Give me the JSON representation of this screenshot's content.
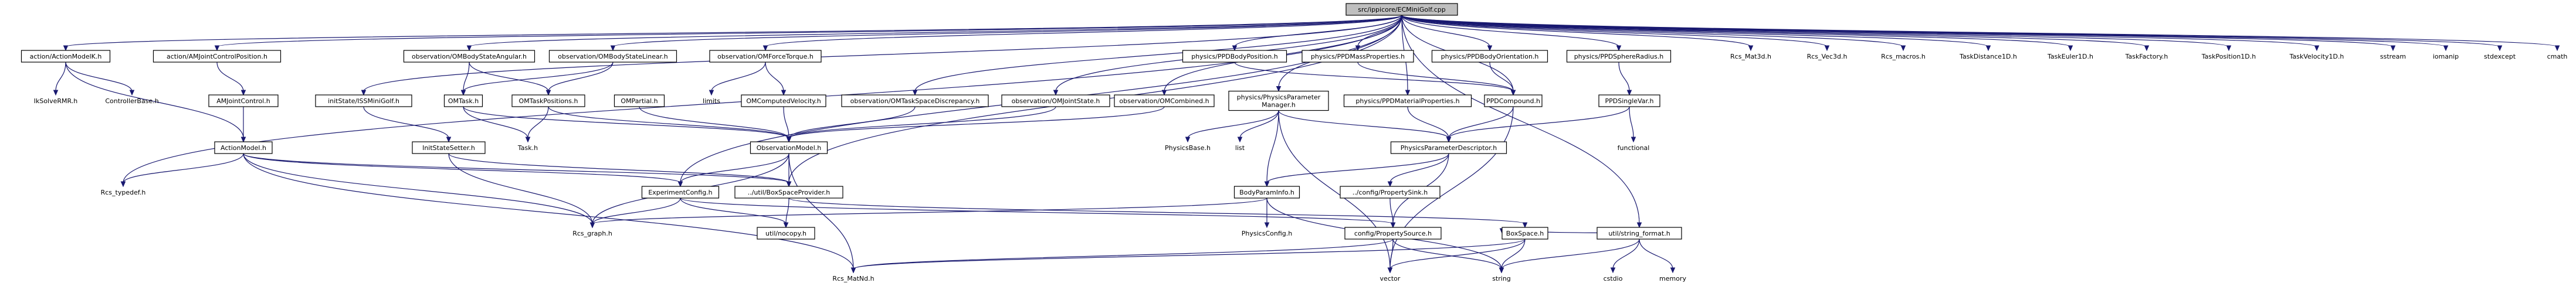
{
  "diagram": {
    "colors": {
      "edge": "#191970",
      "root_fill": "#bfbfbf",
      "node_fill": "#ffffff",
      "border": "#000000"
    },
    "nodes": [
      {
        "id": "root",
        "label": "src/ippicore/ECMiniGolf.cpp",
        "kind": "root"
      },
      {
        "id": "n_actModelK",
        "label": "action/ActionModelK.h",
        "kind": "box"
      },
      {
        "id": "n_amjcp",
        "label": "action/AMJointControlPosition.h",
        "kind": "box"
      },
      {
        "id": "n_initSSMiniGolf",
        "label": "initState/ISSMiniGolf.h",
        "kind": "box"
      },
      {
        "id": "n_omBodyStateAngular",
        "label": "observation/OMBodyStateAngular.h",
        "kind": "box"
      },
      {
        "id": "n_omBodyStateLinear",
        "label": "observation/OMBodyStateLinear.h",
        "kind": "box"
      },
      {
        "id": "n_omForceTorque",
        "label": "observation/OMForceTorque.h",
        "kind": "box"
      },
      {
        "id": "n_omTaskSpaceDiscrepancy",
        "label": "observation/OMTaskSpaceDiscrepancy.h",
        "kind": "box"
      },
      {
        "id": "n_omJointState",
        "label": "observation/OMJointState.h",
        "kind": "box"
      },
      {
        "id": "n_omCombined",
        "label": "observation/OMCombined.h",
        "kind": "box"
      },
      {
        "id": "n_physParamManager",
        "label": "physics/PhysicsParameter\nManager.h",
        "kind": "box"
      },
      {
        "id": "n_ppdBodyPosition",
        "label": "physics/PPDBodyPosition.h",
        "kind": "box"
      },
      {
        "id": "n_ppdMassProperties",
        "label": "physics/PPDMassProperties.h",
        "kind": "box"
      },
      {
        "id": "n_ppdBodyOrientation",
        "label": "physics/PPDBodyOrientation.h",
        "kind": "box"
      },
      {
        "id": "n_ppdSphereRadius",
        "label": "physics/PPDSphereRadius.h",
        "kind": "box"
      },
      {
        "id": "n_ppdMaterialProperties",
        "label": "physics/PPDMaterialProperties.h",
        "kind": "box"
      },
      {
        "id": "n_ppdCompound",
        "label": "PPDCompound.h",
        "kind": "box"
      },
      {
        "id": "n_ppdSingleVar",
        "label": "PPDSingleVar.h",
        "kind": "box"
      },
      {
        "id": "n_physParamDescriptor",
        "label": "PhysicsParameterDescriptor.h",
        "kind": "box"
      },
      {
        "id": "n_utilStringFormat",
        "label": "util/string_format.h",
        "kind": "box"
      },
      {
        "id": "n_ikSolveRMR",
        "label": "IkSolveRMR.h",
        "kind": "plain"
      },
      {
        "id": "n_controllerBase",
        "label": "ControllerBase.h",
        "kind": "plain"
      },
      {
        "id": "n_amJointControl",
        "label": "AMJointControl.h",
        "kind": "box"
      },
      {
        "id": "n_actionModel",
        "label": "ActionModel.h",
        "kind": "box"
      },
      {
        "id": "n_omTask",
        "label": "OMTask.h",
        "kind": "box"
      },
      {
        "id": "n_omTaskPositions",
        "label": "OMTaskPositions.h",
        "kind": "box"
      },
      {
        "id": "n_omPartial",
        "label": "OMPartial.h",
        "kind": "box"
      },
      {
        "id": "n_limits",
        "label": "limits",
        "kind": "plain"
      },
      {
        "id": "n_omComputedVelocity",
        "label": "OMComputedVelocity.h",
        "kind": "box"
      },
      {
        "id": "n_initStateSetter",
        "label": "InitStateSetter.h",
        "kind": "box"
      },
      {
        "id": "n_taskH",
        "label": "Task.h",
        "kind": "plain"
      },
      {
        "id": "n_observationModel",
        "label": "ObservationModel.h",
        "kind": "box"
      },
      {
        "id": "n_physicsBase",
        "label": "PhysicsBase.h",
        "kind": "plain"
      },
      {
        "id": "n_list",
        "label": "list",
        "kind": "plain"
      },
      {
        "id": "n_functional",
        "label": "functional",
        "kind": "plain"
      },
      {
        "id": "n_rcsTypedef",
        "label": "Rcs_typedef.h",
        "kind": "plain"
      },
      {
        "id": "n_experimentConfig",
        "label": "ExperimentConfig.h",
        "kind": "box"
      },
      {
        "id": "n_boxSpaceProvider",
        "label": "../util/BoxSpaceProvider.h",
        "kind": "box"
      },
      {
        "id": "n_bodyParamInfo",
        "label": "BodyParamInfo.h",
        "kind": "box"
      },
      {
        "id": "n_configPropertySink",
        "label": "../config/PropertySink.h",
        "kind": "box"
      },
      {
        "id": "n_rcsGraph",
        "label": "Rcs_graph.h",
        "kind": "plain"
      },
      {
        "id": "n_utilNocopy",
        "label": "util/nocopy.h",
        "kind": "box"
      },
      {
        "id": "n_physicsConfig",
        "label": "PhysicsConfig.h",
        "kind": "plain"
      },
      {
        "id": "n_configPropertySource",
        "label": "config/PropertySource.h",
        "kind": "box"
      },
      {
        "id": "n_boxSpace",
        "label": "BoxSpace.h",
        "kind": "box"
      },
      {
        "id": "n_rcsMatNd",
        "label": "Rcs_MatNd.h",
        "kind": "plain"
      },
      {
        "id": "n_vector",
        "label": "vector",
        "kind": "plain"
      },
      {
        "id": "n_string",
        "label": "string",
        "kind": "plain"
      },
      {
        "id": "n_cstdio",
        "label": "cstdio",
        "kind": "plain"
      },
      {
        "id": "n_memory",
        "label": "memory",
        "kind": "plain"
      },
      {
        "id": "n_rcsMat3d",
        "label": "Rcs_Mat3d.h",
        "kind": "plain"
      },
      {
        "id": "n_rcsVec3d",
        "label": "Rcs_Vec3d.h",
        "kind": "plain"
      },
      {
        "id": "n_rcsMacros",
        "label": "Rcs_macros.h",
        "kind": "plain"
      },
      {
        "id": "n_taskDistance1D",
        "label": "TaskDistance1D.h",
        "kind": "plain"
      },
      {
        "id": "n_taskEuler1D",
        "label": "TaskEuler1D.h",
        "kind": "plain"
      },
      {
        "id": "n_taskFactory",
        "label": "TaskFactory.h",
        "kind": "plain"
      },
      {
        "id": "n_taskPosition1D",
        "label": "TaskPosition1D.h",
        "kind": "plain"
      },
      {
        "id": "n_taskVelocity1D",
        "label": "TaskVelocity1D.h",
        "kind": "plain"
      },
      {
        "id": "n_sstream",
        "label": "sstream",
        "kind": "plain"
      },
      {
        "id": "n_iomanip",
        "label": "iomanip",
        "kind": "plain"
      },
      {
        "id": "n_stdexcept",
        "label": "stdexcept",
        "kind": "plain"
      },
      {
        "id": "n_cmath",
        "label": "cmath",
        "kind": "plain"
      }
    ],
    "edges": [
      [
        "root",
        "n_actModelK"
      ],
      [
        "root",
        "n_amjcp"
      ],
      [
        "root",
        "n_initSSMiniGolf"
      ],
      [
        "root",
        "n_omBodyStateAngular"
      ],
      [
        "root",
        "n_omBodyStateLinear"
      ],
      [
        "root",
        "n_omForceTorque"
      ],
      [
        "root",
        "n_omTaskSpaceDiscrepancy"
      ],
      [
        "root",
        "n_omJointState"
      ],
      [
        "root",
        "n_omCombined"
      ],
      [
        "root",
        "n_physParamManager"
      ],
      [
        "root",
        "n_ppdBodyPosition"
      ],
      [
        "root",
        "n_ppdMassProperties"
      ],
      [
        "root",
        "n_ppdBodyOrientation"
      ],
      [
        "root",
        "n_ppdSphereRadius"
      ],
      [
        "root",
        "n_ppdMaterialProperties"
      ],
      [
        "root",
        "n_ppdCompound"
      ],
      [
        "root",
        "n_utilStringFormat"
      ],
      [
        "root",
        "n_rcsMat3d"
      ],
      [
        "root",
        "n_rcsVec3d"
      ],
      [
        "root",
        "n_rcsMacros"
      ],
      [
        "root",
        "n_taskDistance1D"
      ],
      [
        "root",
        "n_taskEuler1D"
      ],
      [
        "root",
        "n_taskFactory"
      ],
      [
        "root",
        "n_taskPosition1D"
      ],
      [
        "root",
        "n_taskVelocity1D"
      ],
      [
        "root",
        "n_sstream"
      ],
      [
        "root",
        "n_iomanip"
      ],
      [
        "root",
        "n_stdexcept"
      ],
      [
        "root",
        "n_cmath"
      ],
      [
        "root",
        "n_rcsTypedef"
      ],
      [
        "root",
        "n_experimentConfig"
      ],
      [
        "root",
        "n_boxSpaceProvider"
      ],
      [
        "n_actModelK",
        "n_ikSolveRMR"
      ],
      [
        "n_actModelK",
        "n_controllerBase"
      ],
      [
        "n_actModelK",
        "n_actionModel"
      ],
      [
        "n_amjcp",
        "n_amJointControl"
      ],
      [
        "n_amJointControl",
        "n_actionModel"
      ],
      [
        "n_actionModel",
        "n_rcsTypedef"
      ],
      [
        "n_actionModel",
        "n_experimentConfig"
      ],
      [
        "n_actionModel",
        "n_boxSpaceProvider"
      ],
      [
        "n_actionModel",
        "n_rcsGraph"
      ],
      [
        "n_actionModel",
        "n_rcsMatNd"
      ],
      [
        "n_initSSMiniGolf",
        "n_initStateSetter"
      ],
      [
        "n_initStateSetter",
        "n_rcsGraph"
      ],
      [
        "n_initStateSetter",
        "n_boxSpaceProvider"
      ],
      [
        "n_omBodyStateAngular",
        "n_omTask"
      ],
      [
        "n_omBodyStateAngular",
        "n_omTaskPositions"
      ],
      [
        "n_omBodyStateLinear",
        "n_omTask"
      ],
      [
        "n_omBodyStateLinear",
        "n_omTaskPositions"
      ],
      [
        "n_omTask",
        "n_taskH"
      ],
      [
        "n_omTask",
        "n_observationModel"
      ],
      [
        "n_omTaskPositions",
        "n_taskH"
      ],
      [
        "n_omTaskPositions",
        "n_observationModel"
      ],
      [
        "n_omPartial",
        "n_observationModel"
      ],
      [
        "n_omForceTorque",
        "n_limits"
      ],
      [
        "n_omForceTorque",
        "n_omComputedVelocity"
      ],
      [
        "n_omComputedVelocity",
        "n_observationModel"
      ],
      [
        "n_omTaskSpaceDiscrepancy",
        "n_observationModel"
      ],
      [
        "n_omJointState",
        "n_observationModel"
      ],
      [
        "n_omCombined",
        "n_observationModel"
      ],
      [
        "n_observationModel",
        "n_experimentConfig"
      ],
      [
        "n_observationModel",
        "n_boxSpaceProvider"
      ],
      [
        "n_observationModel",
        "n_rcsGraph"
      ],
      [
        "n_observationModel",
        "n_rcsMatNd"
      ],
      [
        "n_experimentConfig",
        "n_rcsGraph"
      ],
      [
        "n_experimentConfig",
        "n_utilNocopy"
      ],
      [
        "n_experimentConfig",
        "n_configPropertySource"
      ],
      [
        "n_boxSpaceProvider",
        "n_boxSpace"
      ],
      [
        "n_boxSpaceProvider",
        "n_utilNocopy"
      ],
      [
        "n_physParamManager",
        "n_physicsBase"
      ],
      [
        "n_physParamManager",
        "n_list"
      ],
      [
        "n_physParamManager",
        "n_physParamDescriptor"
      ],
      [
        "n_physParamManager",
        "n_bodyParamInfo"
      ],
      [
        "n_physParamManager",
        "n_vector"
      ],
      [
        "n_ppdBodyPosition",
        "n_ppdCompound"
      ],
      [
        "n_ppdMassProperties",
        "n_ppdCompound"
      ],
      [
        "n_ppdBodyOrientation",
        "n_ppdCompound"
      ],
      [
        "n_ppdMaterialProperties",
        "n_physParamDescriptor"
      ],
      [
        "n_ppdSphereRadius",
        "n_ppdSingleVar"
      ],
      [
        "n_ppdSingleVar",
        "n_functional"
      ],
      [
        "n_ppdSingleVar",
        "n_physParamDescriptor"
      ],
      [
        "n_ppdCompound",
        "n_physParamDescriptor"
      ],
      [
        "n_ppdCompound",
        "n_vector"
      ],
      [
        "n_physParamDescriptor",
        "n_bodyParamInfo"
      ],
      [
        "n_physParamDescriptor",
        "n_configPropertySink"
      ],
      [
        "n_physParamDescriptor",
        "n_configPropertySource"
      ],
      [
        "n_bodyParamInfo",
        "n_rcsGraph"
      ],
      [
        "n_bodyParamInfo",
        "n_physicsConfig"
      ],
      [
        "n_bodyParamInfo",
        "n_string"
      ],
      [
        "n_configPropertySink",
        "n_configPropertySource"
      ],
      [
        "n_configPropertySource",
        "n_rcsMatNd"
      ],
      [
        "n_configPropertySource",
        "n_vector"
      ],
      [
        "n_configPropertySource",
        "n_string"
      ],
      [
        "n_boxSpace",
        "n_rcsMatNd"
      ],
      [
        "n_boxSpace",
        "n_vector"
      ],
      [
        "n_boxSpace",
        "n_string"
      ],
      [
        "n_utilStringFormat",
        "n_boxSpace"
      ],
      [
        "n_utilStringFormat",
        "n_string"
      ],
      [
        "n_utilStringFormat",
        "n_cstdio"
      ],
      [
        "n_utilStringFormat",
        "n_memory"
      ]
    ]
  }
}
